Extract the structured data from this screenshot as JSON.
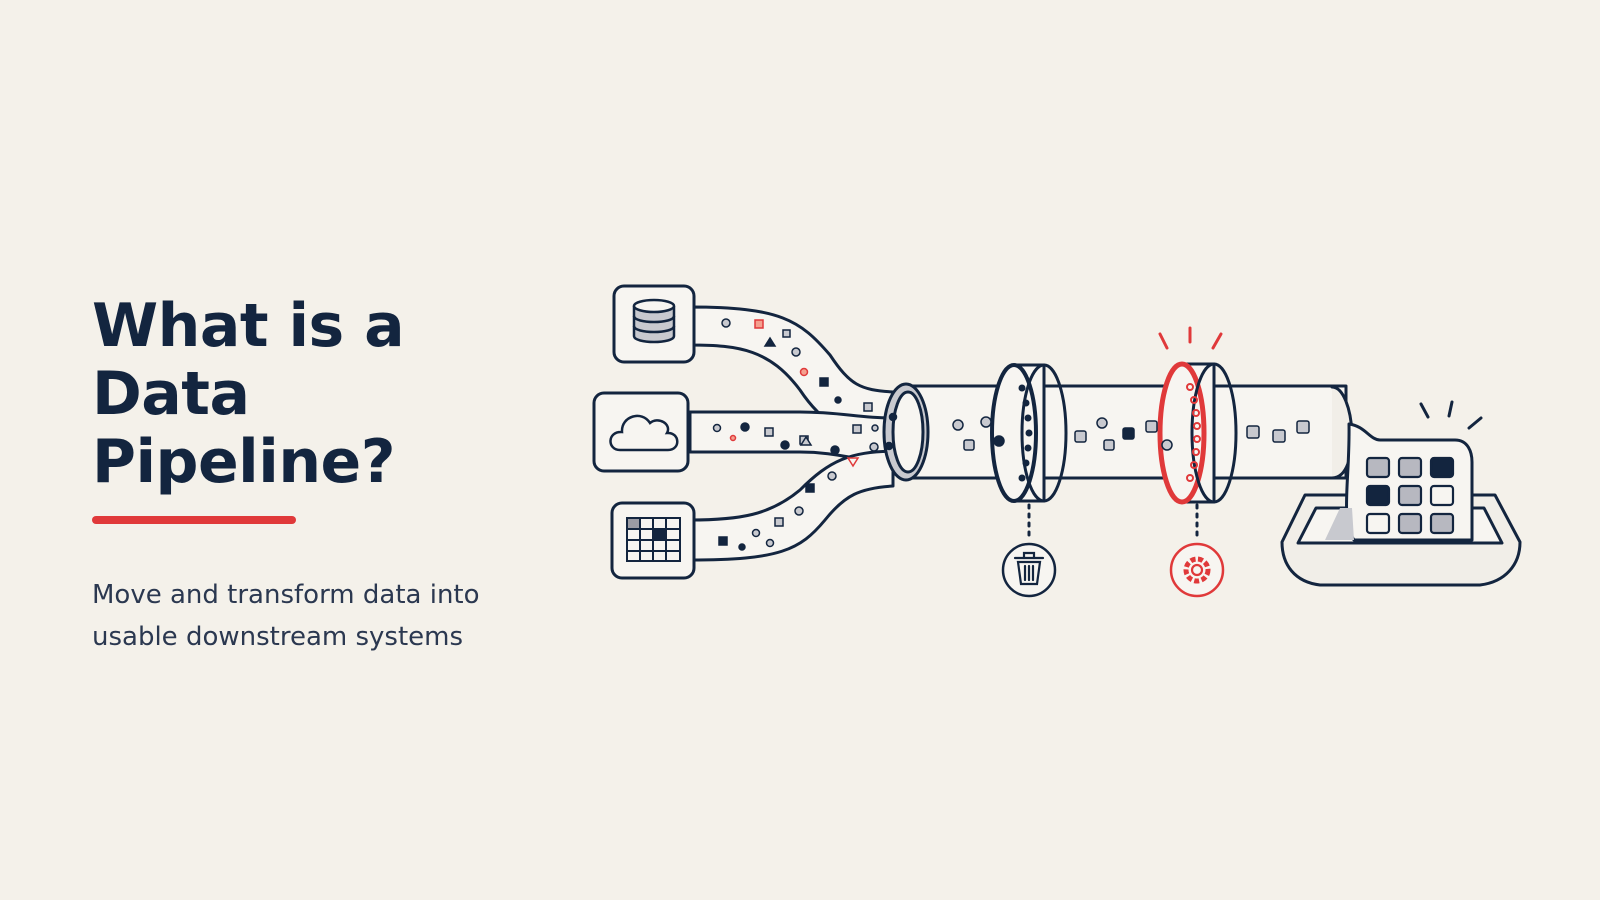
{
  "hero": {
    "title": "What is a Data Pipeline?",
    "subtitle": "Move and transform data into usable downstream systems"
  },
  "diagram": {
    "sources": [
      {
        "id": "database",
        "icon": "database-icon"
      },
      {
        "id": "cloud",
        "icon": "cloud-icon"
      },
      {
        "id": "spreadsheet",
        "icon": "grid-table-icon"
      }
    ],
    "stages": [
      {
        "id": "filter",
        "icon": "trash-icon"
      },
      {
        "id": "transform",
        "icon": "gear-icon"
      }
    ],
    "destination": {
      "id": "data-tray",
      "icon": "tray-icon"
    }
  },
  "colors": {
    "background": "#f4f1ea",
    "ink": "#13253f",
    "accent": "#e0393a",
    "pipe": "#f7f5f1",
    "block_gray": "#b7b8c0"
  }
}
